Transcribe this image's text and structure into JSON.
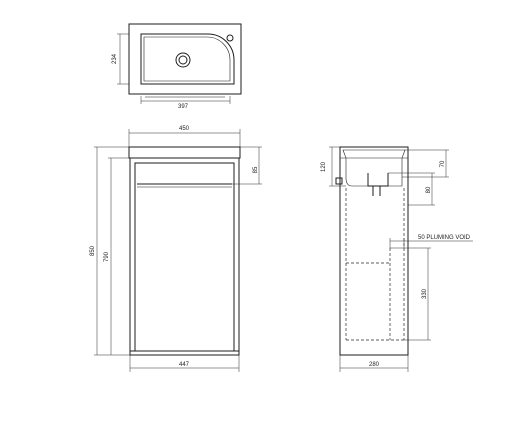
{
  "top_view": {
    "width_dim": "397",
    "depth_dim": "234"
  },
  "front_view": {
    "top_width_dim": "450",
    "bottom_width_dim": "447",
    "total_height_dim": "850",
    "carcass_height_dim": "790",
    "top_section_dim": "85"
  },
  "side_view": {
    "basin_height_dim": "120",
    "top_right_dim": "70",
    "waste_dim": "80",
    "void_height_dim": "330",
    "depth_dim": "280",
    "void_label": "50 PLUMING VOID"
  },
  "colors": {
    "line": "#1e1e1e",
    "background": "#ffffff"
  }
}
